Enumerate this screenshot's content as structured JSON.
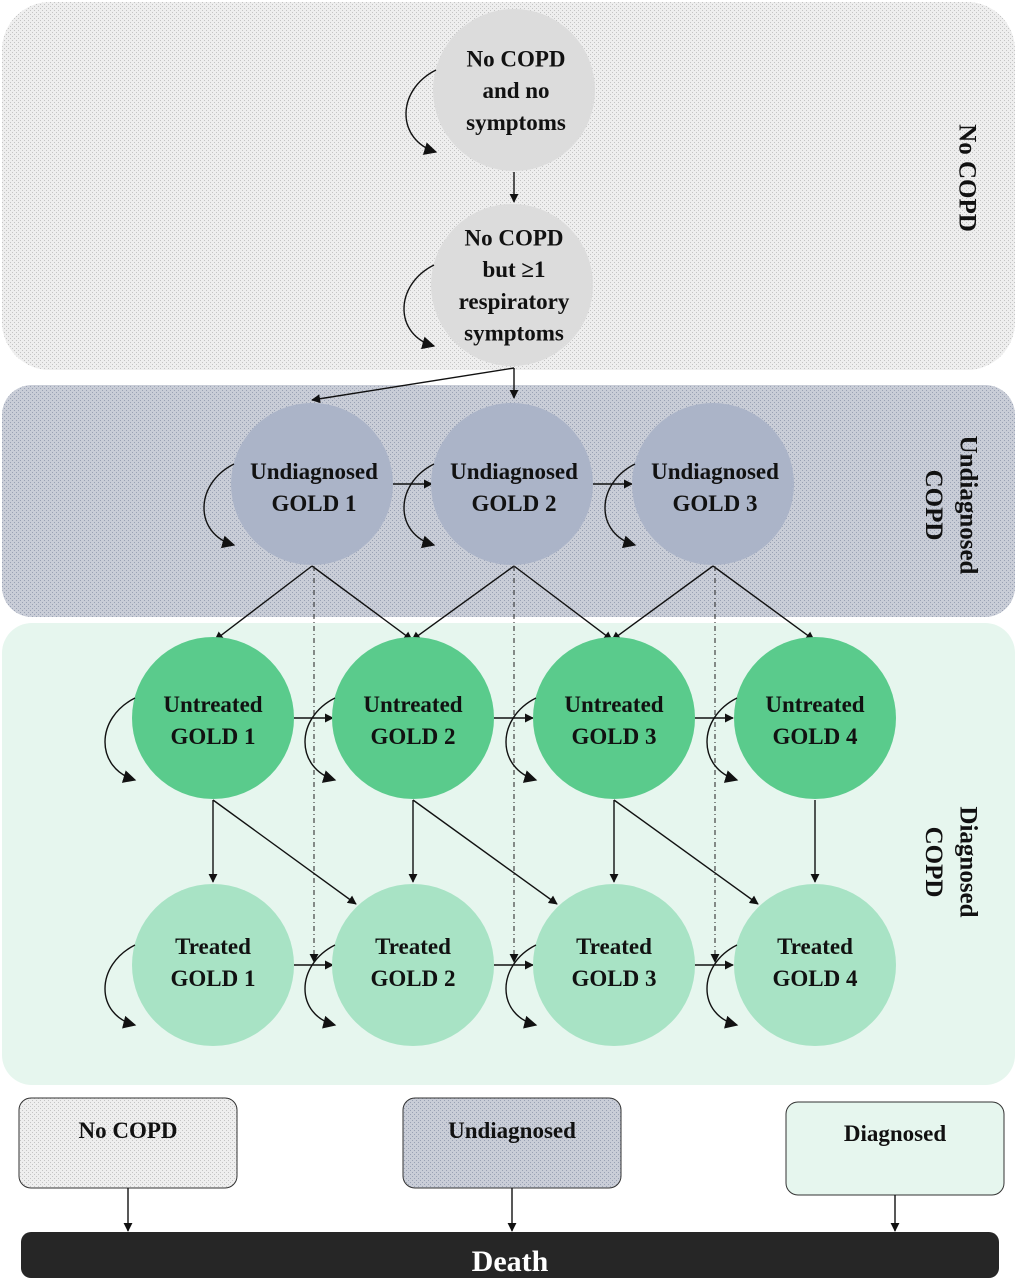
{
  "regions": {
    "no_copd": {
      "label": [
        "No COPD"
      ]
    },
    "undiagnosed": {
      "label": [
        "Undiagnosed",
        "COPD"
      ]
    },
    "diagnosed": {
      "label": [
        "Diagnosed",
        "COPD"
      ]
    }
  },
  "states": {
    "no_copd_no_symptoms": [
      "No COPD",
      "and no",
      "symptoms"
    ],
    "no_copd_symptoms": [
      "No COPD",
      "but ≥1",
      "respiratory",
      "symptoms"
    ],
    "undiag_gold1": [
      "Undiagnosed",
      "GOLD 1"
    ],
    "undiag_gold2": [
      "Undiagnosed",
      "GOLD 2"
    ],
    "undiag_gold3": [
      "Undiagnosed",
      "GOLD 3"
    ],
    "untreated_gold1": [
      "Untreated",
      "GOLD 1"
    ],
    "untreated_gold2": [
      "Untreated",
      "GOLD 2"
    ],
    "untreated_gold3": [
      "Untreated",
      "GOLD 3"
    ],
    "untreated_gold4": [
      "Untreated",
      "GOLD 4"
    ],
    "treated_gold1": [
      "Treated",
      "GOLD 1"
    ],
    "treated_gold2": [
      "Treated",
      "GOLD 2"
    ],
    "treated_gold3": [
      "Treated",
      "GOLD 3"
    ],
    "treated_gold4": [
      "Treated",
      "GOLD 4"
    ]
  },
  "legend": {
    "no_copd": "No COPD",
    "undiagnosed": "Undiagnosed",
    "diagnosed": "Diagnosed"
  },
  "death": "Death",
  "colors": {
    "no_copd_region": "#ececec",
    "undiagnosed_region": "#c6cbd6",
    "diagnosed_region": "#e6f6ee",
    "no_copd_node": "#dcdcdc",
    "undiagnosed_node": "#abb4c8",
    "untreated_node": "#5acb8c",
    "treated_node": "#a8e3c5",
    "death_bar": "#262626"
  }
}
